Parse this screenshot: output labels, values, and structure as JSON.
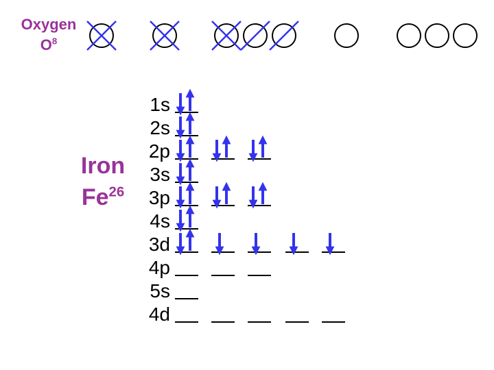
{
  "colors": {
    "element_name": "#993399",
    "spin": "#3333ee",
    "orbital": "#000000",
    "cross": "#3333ee"
  },
  "oxygen": {
    "name": "Oxygen",
    "symbol": "O",
    "atomic_number": "8",
    "orbital_boxes": [
      {
        "state": "paired"
      },
      {
        "state": "paired"
      },
      {
        "state": "paired"
      },
      {
        "state": "single"
      },
      {
        "state": "single"
      },
      {
        "state": "empty"
      },
      {
        "state": "empty"
      },
      {
        "state": "empty"
      },
      {
        "state": "empty"
      }
    ]
  },
  "iron": {
    "name": "Iron",
    "symbol": "Fe",
    "atomic_number": "26",
    "subshells": [
      {
        "label": "1s",
        "orbitals": [
          "paired"
        ]
      },
      {
        "label": "2s",
        "orbitals": [
          "paired"
        ]
      },
      {
        "label": "2p",
        "orbitals": [
          "paired",
          "paired",
          "paired"
        ]
      },
      {
        "label": "3s",
        "orbitals": [
          "paired"
        ]
      },
      {
        "label": "3p",
        "orbitals": [
          "paired",
          "paired",
          "paired"
        ]
      },
      {
        "label": "4s",
        "orbitals": [
          "paired"
        ]
      },
      {
        "label": "3d",
        "orbitals": [
          "paired",
          "down",
          "down",
          "down",
          "down"
        ]
      },
      {
        "label": "4p",
        "orbitals": [
          "empty",
          "empty",
          "empty"
        ]
      },
      {
        "label": "5s",
        "orbitals": [
          "empty"
        ]
      },
      {
        "label": "4d",
        "orbitals": [
          "empty",
          "empty",
          "empty",
          "empty",
          "empty"
        ]
      }
    ]
  }
}
